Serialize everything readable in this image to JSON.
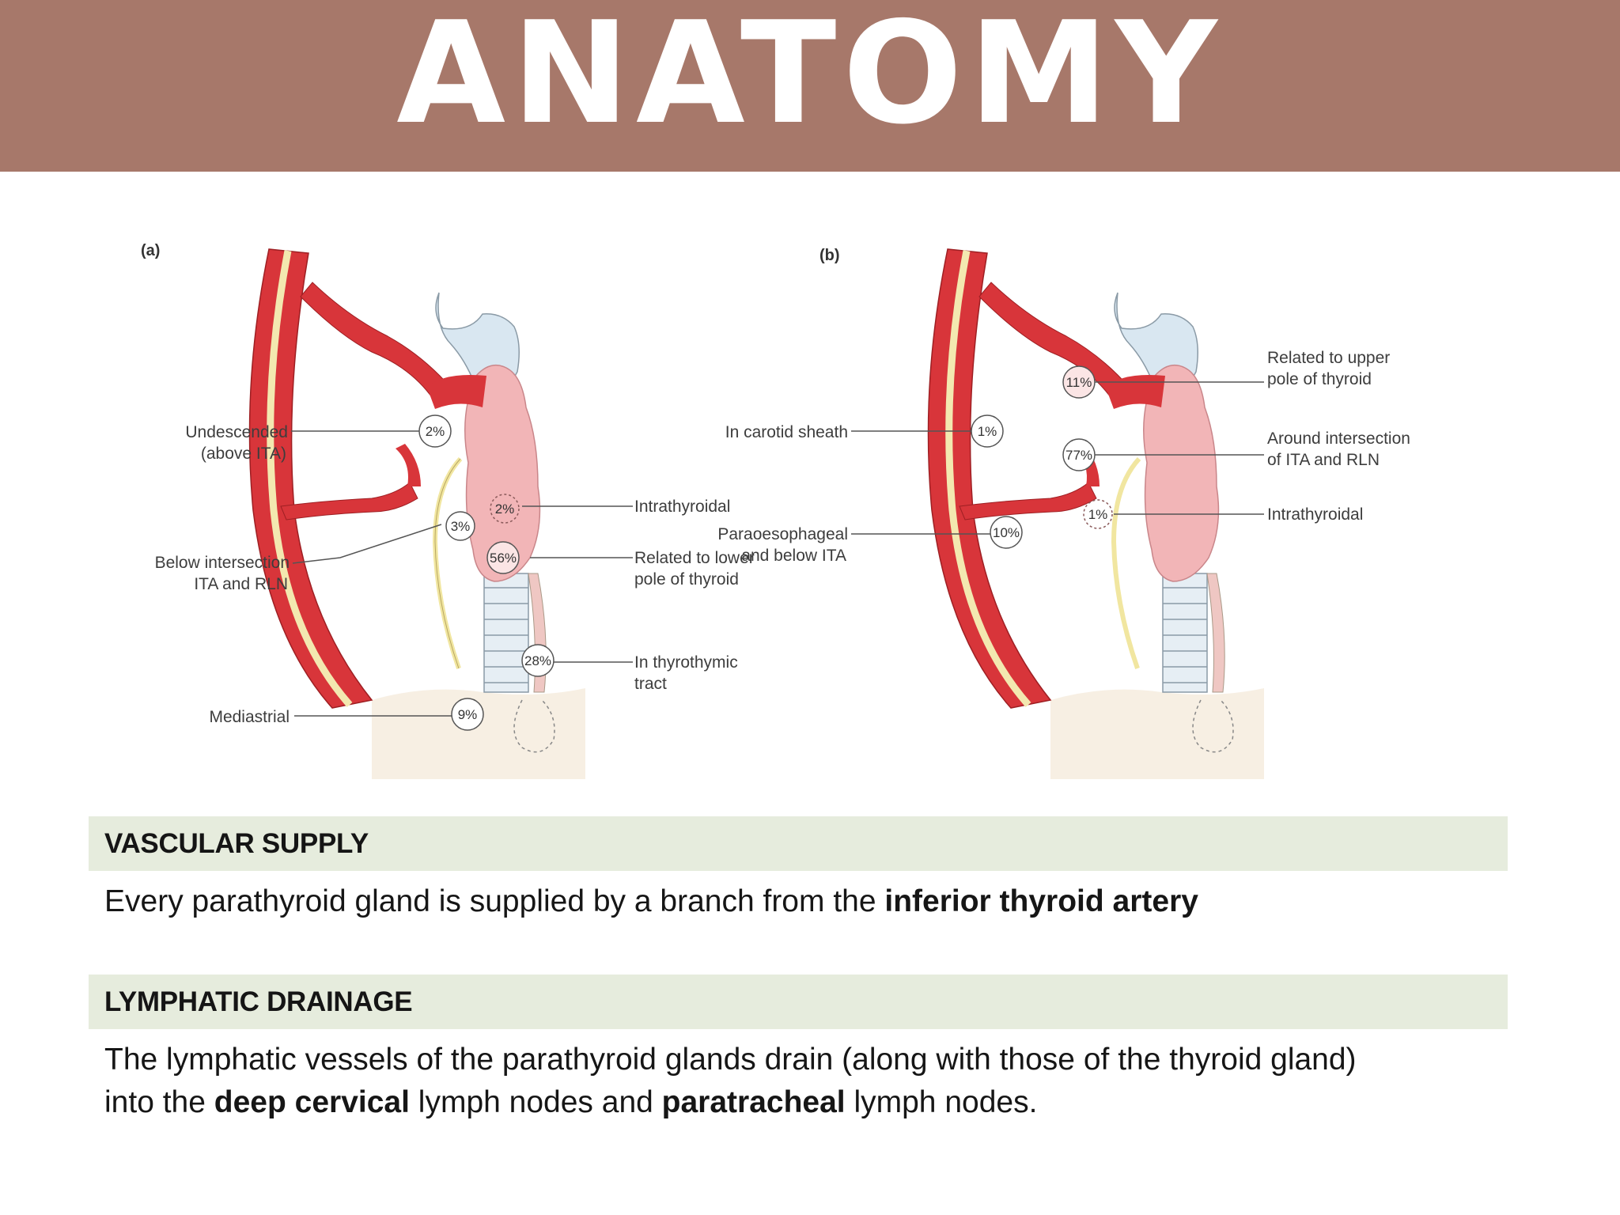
{
  "title": "ANATOMY",
  "figure": {
    "panel_a": {
      "tag": "(a)",
      "labels": {
        "undescended_1": "Undescended",
        "undescended_2": "(above ITA)",
        "below_intersection_1": "Below intersection",
        "below_intersection_2": "ITA and RLN",
        "mediastrial": "Mediastrial",
        "intrathyroidal": "Intrathyroidal",
        "lower_pole_1": "Related to lower",
        "lower_pole_2": "pole of thyroid",
        "thyrothymic_1": "In thyrothymic",
        "thyrothymic_2": "tract"
      },
      "percentages": {
        "undescended": "2%",
        "below_intersection": "3%",
        "intrathyroidal": "2%",
        "lower_pole": "56%",
        "thyrothymic": "28%",
        "mediastrial": "9%"
      }
    },
    "panel_b": {
      "tag": "(b)",
      "labels": {
        "carotid_sheath": "In carotid sheath",
        "paraoesophageal_1": "Paraoesophageal",
        "paraoesophageal_2": "and below ITA",
        "upper_pole_1": "Related to upper",
        "upper_pole_2": "pole of thyroid",
        "around_intersection_1": "Around intersection",
        "around_intersection_2": "of ITA and RLN",
        "intrathyroidal": "Intrathyroidal"
      },
      "percentages": {
        "upper_pole": "11%",
        "carotid_sheath": "1%",
        "around_intersection": "77%",
        "intrathyroidal": "1%",
        "paraoesophageal": "10%"
      }
    }
  },
  "vascular": {
    "heading": "VASCULAR SUPPLY",
    "text_1": "Every parathyroid gland is supplied by a branch from the ",
    "bold_1": "inferior thyroid artery"
  },
  "lymphatic": {
    "heading": "LYMPHATIC DRAINAGE",
    "text_1": "The lymphatic vessels of the parathyroid glands drain (along with those of the thyroid gland)",
    "text_2": "into the ",
    "bold_1": "deep cervical",
    "text_3": " lymph nodes and ",
    "bold_2": "paratracheal",
    "text_4": " lymph nodes."
  },
  "colors": {
    "title_bar": "#a7786a",
    "section_head": "#e6ecdd",
    "artery": "#d8353a",
    "nerve": "#f1e6a0",
    "thyroid": "#f1b3b6",
    "cartilage": "#dbe8f1"
  }
}
